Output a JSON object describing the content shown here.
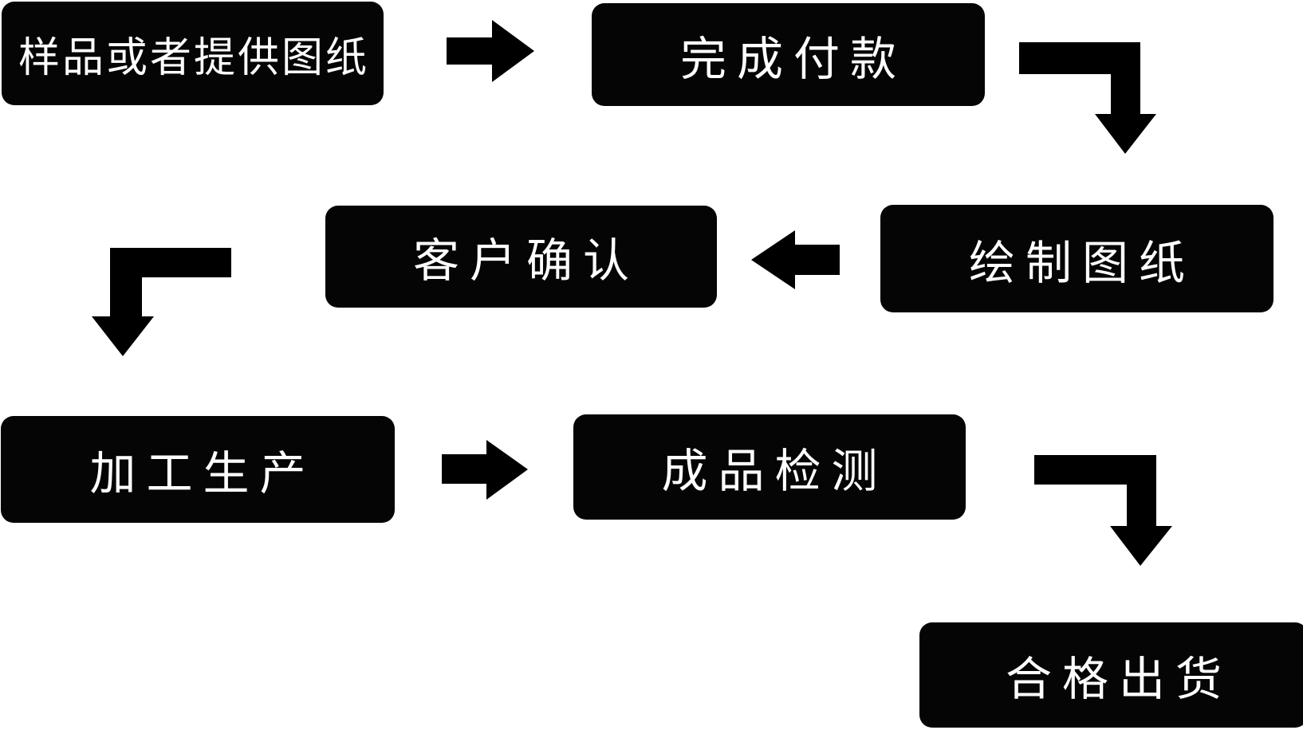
{
  "flowchart": {
    "background_color": "#ffffff",
    "node_color": "#050505",
    "node_text_color": "#ffffff",
    "arrow_color": "#000000",
    "nodes": [
      {
        "id": "sample",
        "label": "样品或者提供图纸"
      },
      {
        "id": "payment",
        "label": "完成付款"
      },
      {
        "id": "drawing",
        "label": "绘制图纸"
      },
      {
        "id": "confirm",
        "label": "客户确认"
      },
      {
        "id": "production",
        "label": "加工生产"
      },
      {
        "id": "inspection",
        "label": "成品检测"
      },
      {
        "id": "shipment",
        "label": "合格出货"
      }
    ],
    "edges": [
      {
        "from": "样品或者提供图纸",
        "to": "完成付款",
        "shape": "straight-right"
      },
      {
        "from": "完成付款",
        "to": "绘制图纸",
        "shape": "elbow-right-then-down"
      },
      {
        "from": "绘制图纸",
        "to": "客户确认",
        "shape": "straight-left"
      },
      {
        "from": "客户确认",
        "to": "加工生产",
        "shape": "elbow-left-then-down"
      },
      {
        "from": "加工生产",
        "to": "成品检测",
        "shape": "straight-right"
      },
      {
        "from": "成品检测",
        "to": "合格出货",
        "shape": "elbow-right-then-down"
      }
    ]
  }
}
